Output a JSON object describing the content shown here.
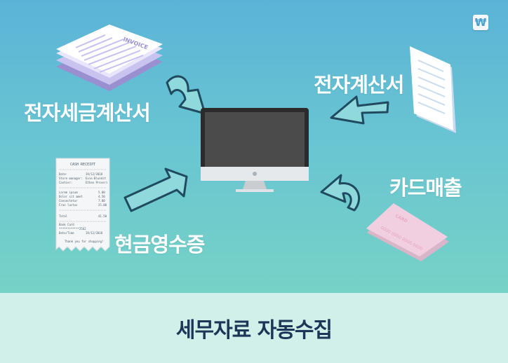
{
  "labels": {
    "tax_invoice": "전자세금계산서",
    "invoice": "전자계산서",
    "card_sales": "카드매출",
    "cash_receipt": "현금영수증"
  },
  "caption": "세무자료 자동수집",
  "invoice_doc": {
    "heading": "INVOICE"
  },
  "receipt": {
    "heading": "CASH RECEIPT",
    "date_label": "Date:",
    "date_value": "19/12/2018",
    "manager_label": "Store manager:",
    "manager_value": "Evie Blundit",
    "cashier_label": "Cashier:",
    "cashier_value": "Ethan Proveri",
    "items": [
      {
        "name": "Lorem ipsum",
        "price": "5.00"
      },
      {
        "name": "Dolor sit amet",
        "price": "4.50"
      },
      {
        "name": "Consectetur",
        "price": "7.00"
      },
      {
        "name": "Cras luctus",
        "price": "25.00"
      }
    ],
    "total_label": "Total",
    "total_value": "41.50",
    "bank_label": "Bank Card",
    "bank_value": "************2562",
    "datetime_label": "Date/Time",
    "datetime_value": "19/12/2018",
    "thanks": "Thank you for shopping!"
  },
  "card": {
    "brand": "CARD",
    "number": "0000 0000 0000 0000"
  },
  "badge": {
    "symbol": "₩"
  },
  "colors": {
    "arrow_fill": "#8fd9dc",
    "arrow_stroke": "#1f4a60",
    "caption": "#1f3557",
    "card": "#f2cfe0"
  }
}
